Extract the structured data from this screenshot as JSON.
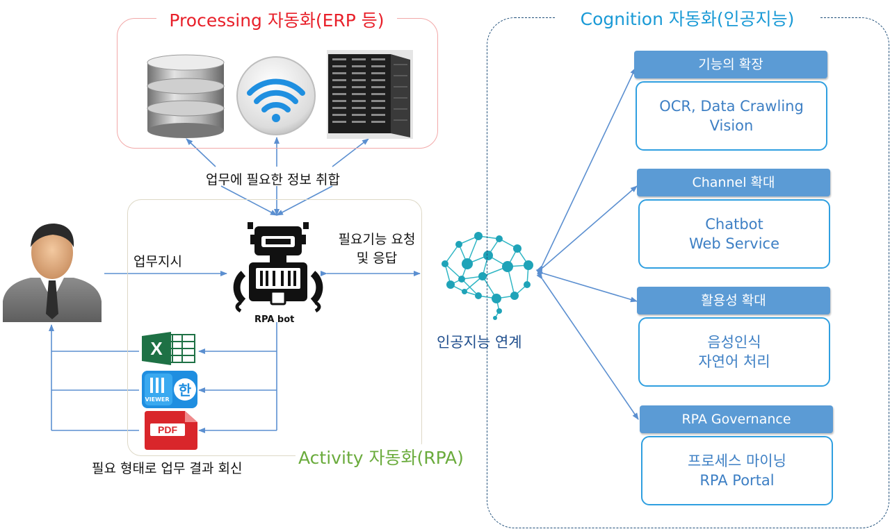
{
  "processing": {
    "title": "Processing 자동화(ERP 등)"
  },
  "activity": {
    "title": "Activity 자동화(RPA)"
  },
  "cognition": {
    "title": "Cognition 자동화(인공지능)",
    "cards": [
      {
        "header": "기능의 확장",
        "lines": [
          "OCR, Data Crawling",
          "Vision"
        ]
      },
      {
        "header": "Channel 확대",
        "lines": [
          "Chatbot",
          "Web Service"
        ]
      },
      {
        "header": "활용성 확대",
        "lines": [
          "음성인식",
          "자연어 처리"
        ]
      },
      {
        "header": "RPA Governance",
        "lines": [
          "프로세스 마이닝",
          "RPA Portal"
        ]
      }
    ]
  },
  "labels": {
    "info_gathering": "업무에 필요한 정보 취합",
    "work_instruction": "업무지시",
    "request_line1": "필요기능 요청",
    "request_line2": "및 응답",
    "rpa_bot": "RPA bot",
    "ai_link": "인공지능 연계",
    "result_reply": "필요 형태로 업무 결과 회신"
  },
  "icons": {
    "database": "database-icon",
    "wifi": "wifi-icon",
    "server": "server-rack-icon",
    "user": "businessman-icon",
    "robot": "robot-icon",
    "brain": "neural-brain-icon",
    "excel": "excel-icon",
    "hwp": "hwp-viewer-icon",
    "pdf": "pdf-icon"
  },
  "icon_text": {
    "excel": "X",
    "pdf": "PDF",
    "hwp_viewer": "VIEWER",
    "hwp": "한"
  },
  "colors": {
    "processing": "#e8202a",
    "activity": "#6aab3c",
    "cognition": "#1a9ad6",
    "arrow": "#5b8fd0",
    "card_header": "#5b9bd5",
    "card_border": "#2f9fe0",
    "card_text": "#3d7fc4"
  }
}
